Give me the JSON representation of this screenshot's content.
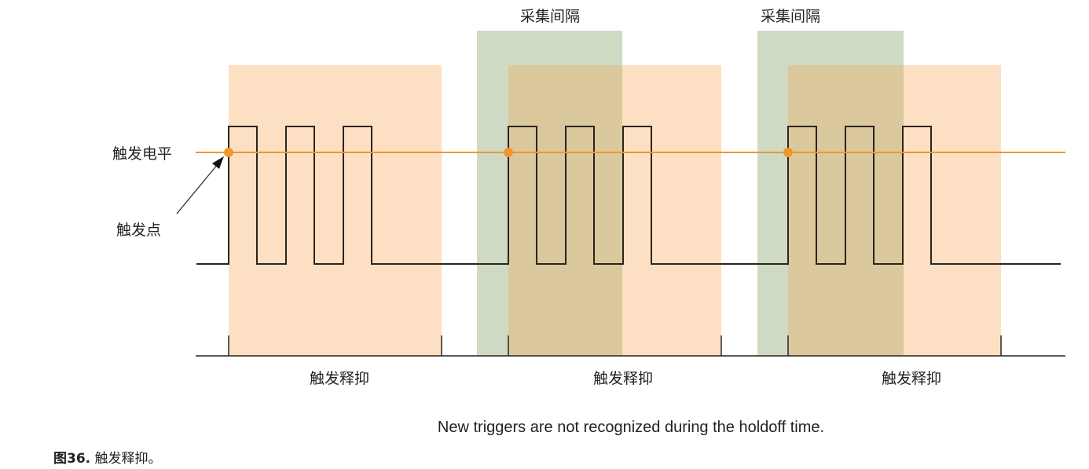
{
  "labels": {
    "trigger_level": "触发电平",
    "trigger_point": "触发点",
    "acquisition_interval": [
      "采集间隔",
      "采集间隔"
    ],
    "holdoff": [
      "触发释抑",
      "触发释抑",
      "触发释抑"
    ],
    "note": "New triggers are not recognized during the holdoff time."
  },
  "caption": {
    "number": "图36.",
    "text": "触发释抑。"
  },
  "colors": {
    "holdoff_fill": "#fde0c3",
    "acquisition_fill": "#cfdac5",
    "overlap_fill": "#dbc89c",
    "trigger_line": "#f0962e",
    "signal": "#2a2420"
  }
}
